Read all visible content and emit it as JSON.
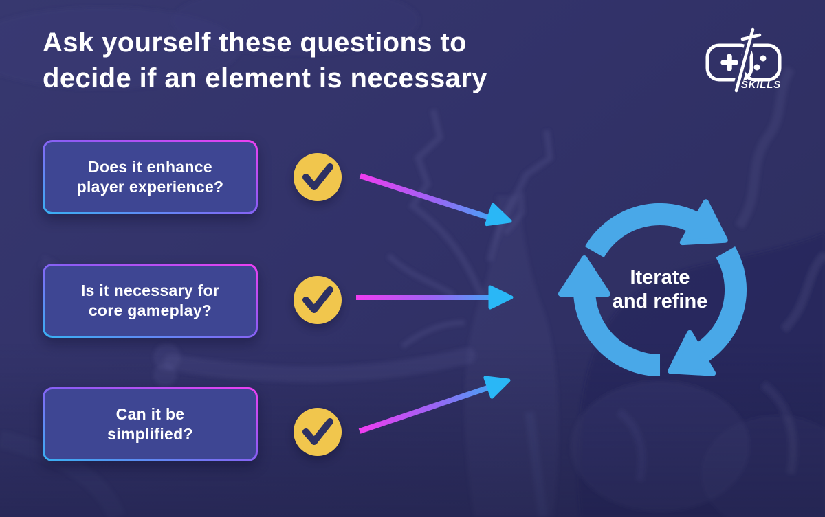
{
  "page": {
    "title_line1": "Ask yourself these questions to",
    "title_line2": "decide if an element is necessary"
  },
  "logo": {
    "wordmark": "SKILLS"
  },
  "questions": [
    {
      "line1": "Does it enhance",
      "line2": "player experience?"
    },
    {
      "line1": "Is it necessary for",
      "line2": "core gameplay?"
    },
    {
      "line1": "Can it be",
      "line2": "simplified?"
    }
  ],
  "cycle": {
    "label_line1": "Iterate",
    "label_line2": "and refine"
  },
  "icons": {
    "check_icon": "✓ checkmark in gold circle",
    "cycle_arrows_icon": "three clockwise curved arrows forming a circle",
    "flow_arrow_icon": "gradient arrow pointing toward cycle",
    "logo_icon": "gamepad outline pierced by a sword"
  },
  "colors": {
    "background": "#32336A",
    "card_fill": "#3E4693",
    "card_border_gradient_start": "#38B2F3",
    "card_border_gradient_end": "#EE3FF2",
    "arrow_gradient_start": "#F03CF0",
    "arrow_gradient_end": "#2AB7F6",
    "check_circle": "#F1C64D",
    "check_mark": "#2D3162",
    "cycle_blue": "#49A8E8",
    "text": "#FFFFFF"
  }
}
